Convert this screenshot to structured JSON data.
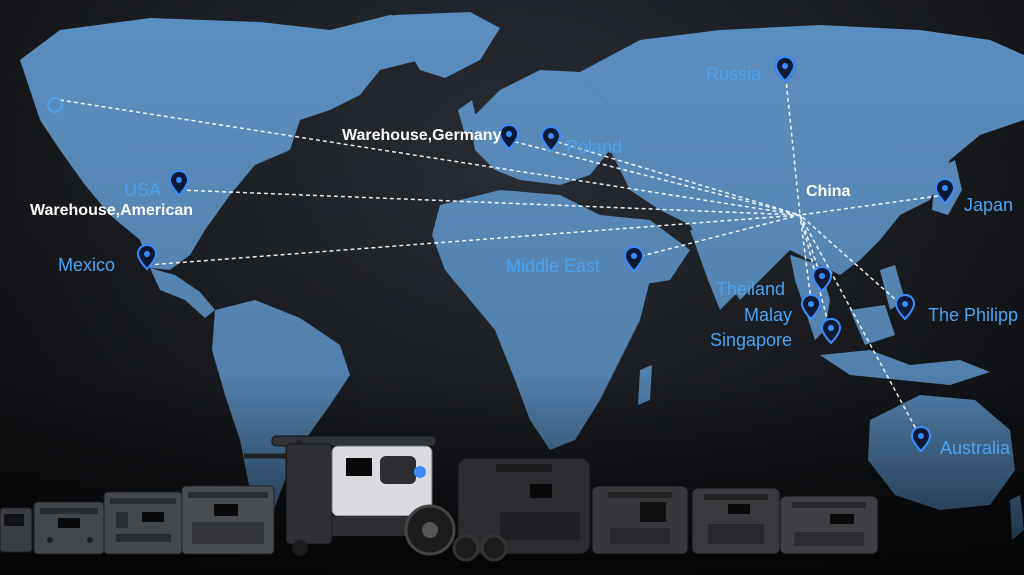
{
  "labels": {
    "russia": "Russia",
    "warehouse_germany": "Warehouse,Germany",
    "poland": "Poland",
    "usa": "USA",
    "warehouse_american": "Warehouse,American",
    "china": "China",
    "japan": "Japan",
    "mexico": "Mexico",
    "middle_east": "Middle East",
    "thailand": "Theiland",
    "malay": "Malay",
    "philippines": "The Philipp",
    "singapore": "Singapore",
    "australia": "Australia"
  },
  "colors": {
    "land": "#5b8fc0",
    "ocean": "#15181d",
    "label_blue": "#4aa3f2",
    "route": "#ffffff",
    "pin": "#1e5fd8"
  },
  "icons": {
    "pin": "location-pin-icon",
    "origin": "origin-circle-icon"
  }
}
